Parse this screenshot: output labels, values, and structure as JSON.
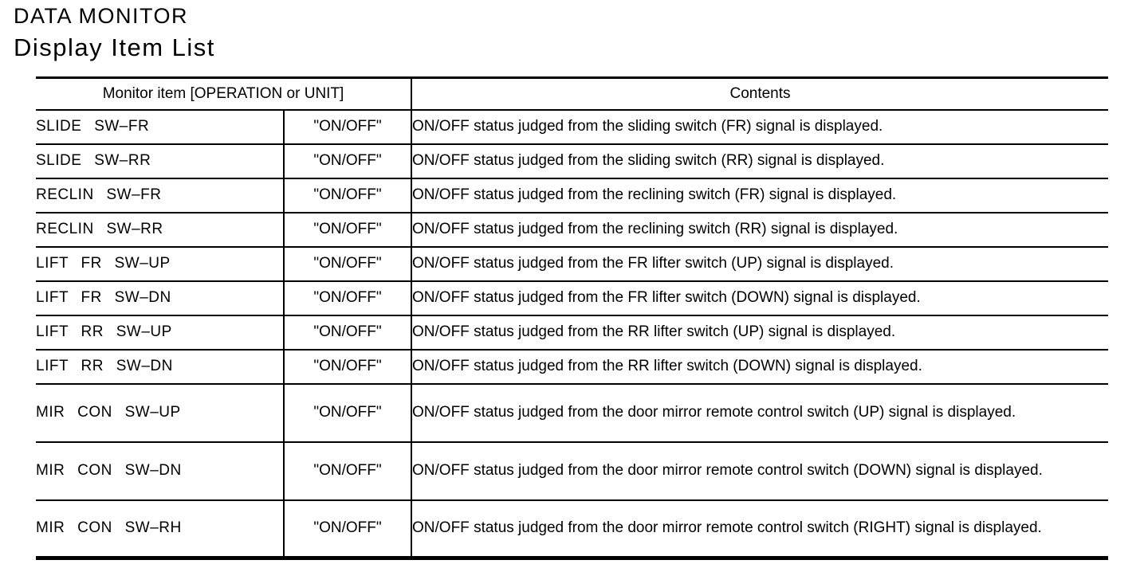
{
  "page": {
    "title": "DATA MONITOR",
    "subtitle": "Display Item List"
  },
  "table": {
    "header": {
      "monitor_item": "Monitor item [OPERATION or UNIT]",
      "contents": "Contents"
    },
    "rows": [
      {
        "item": "SLIDE SW–FR",
        "operation": "\"ON/OFF\"",
        "contents": "ON/OFF status judged from the sliding switch (FR) signal is displayed."
      },
      {
        "item": "SLIDE SW–RR",
        "operation": "\"ON/OFF\"",
        "contents": "ON/OFF status judged from the sliding switch (RR) signal is displayed."
      },
      {
        "item": "RECLIN SW–FR",
        "operation": "\"ON/OFF\"",
        "contents": "ON/OFF status judged from the reclining switch (FR) signal is displayed."
      },
      {
        "item": "RECLIN SW–RR",
        "operation": "\"ON/OFF\"",
        "contents": "ON/OFF status judged from the reclining switch (RR) signal is displayed."
      },
      {
        "item": "LIFT FR SW–UP",
        "operation": "\"ON/OFF\"",
        "contents": "ON/OFF status judged from the FR lifter switch (UP) signal is displayed."
      },
      {
        "item": "LIFT FR SW–DN",
        "operation": "\"ON/OFF\"",
        "contents": "ON/OFF status judged from the FR lifter switch (DOWN) signal is displayed."
      },
      {
        "item": "LIFT RR SW–UP",
        "operation": "\"ON/OFF\"",
        "contents": "ON/OFF status judged from the RR lifter switch (UP) signal is displayed."
      },
      {
        "item": "LIFT RR SW–DN",
        "operation": "\"ON/OFF\"",
        "contents": "ON/OFF status judged from the RR lifter switch (DOWN) signal is displayed."
      },
      {
        "item": "MIR CON SW–UP",
        "operation": "\"ON/OFF\"",
        "contents": "ON/OFF status judged from the door mirror remote control switch (UP) signal is displayed."
      },
      {
        "item": "MIR CON SW–DN",
        "operation": "\"ON/OFF\"",
        "contents": "ON/OFF status judged from the door mirror remote control switch (DOWN) signal is displayed."
      },
      {
        "item": "MIR CON SW–RH",
        "operation": "\"ON/OFF\"",
        "contents": "ON/OFF status judged from the door mirror remote control switch (RIGHT) signal is displayed."
      }
    ]
  }
}
